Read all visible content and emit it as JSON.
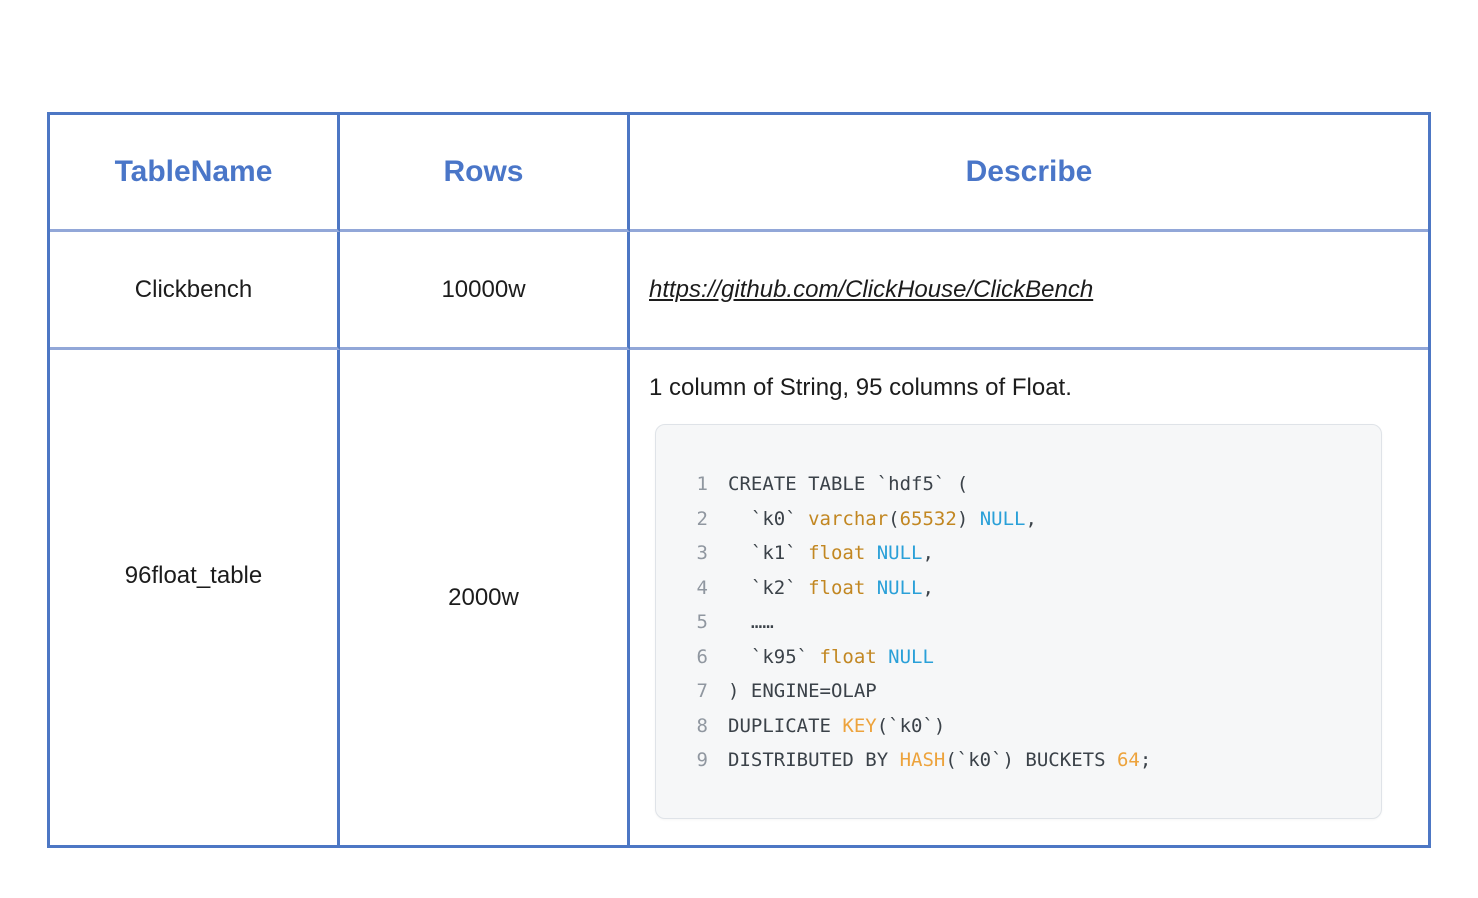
{
  "colors": {
    "header_text": "#4a76c8",
    "border_strong": "#4d77c4",
    "border_soft": "#92a7d8",
    "cell_text": "#1c1c1c",
    "link_text": "#1c1c1c",
    "code_bg": "#f6f7f8",
    "code_border": "#dfe3e8",
    "code_plain": "#3b4249",
    "code_line_num": "#9097a0",
    "code_type": "#c28722",
    "code_func": "#eda33c",
    "code_null": "#2aa0d8"
  },
  "table": {
    "headers": [
      "TableName",
      "Rows",
      "Describe"
    ],
    "rows": [
      {
        "table_name": "Clickbench",
        "rows": "10000w",
        "describe_link": "https://github.com/ClickHouse/ClickBench"
      },
      {
        "table_name": "96float_table",
        "rows": "2000w",
        "describe_text": "1 column of String, 95 columns of Float.",
        "code": {
          "lines": [
            {
              "num": "1",
              "tokens": [
                {
                  "t": "CREATE TABLE `hdf5` (",
                  "c": "plain"
                }
              ]
            },
            {
              "num": "2",
              "tokens": [
                {
                  "t": "  `k0` ",
                  "c": "plain"
                },
                {
                  "t": "varchar",
                  "c": "type"
                },
                {
                  "t": "(",
                  "c": "plain"
                },
                {
                  "t": "65532",
                  "c": "number"
                },
                {
                  "t": ") ",
                  "c": "plain"
                },
                {
                  "t": "NULL",
                  "c": "null"
                },
                {
                  "t": ",",
                  "c": "plain"
                }
              ]
            },
            {
              "num": "3",
              "tokens": [
                {
                  "t": "  `k1` ",
                  "c": "plain"
                },
                {
                  "t": "float",
                  "c": "type"
                },
                {
                  "t": " ",
                  "c": "plain"
                },
                {
                  "t": "NULL",
                  "c": "null"
                },
                {
                  "t": ",",
                  "c": "plain"
                }
              ]
            },
            {
              "num": "4",
              "tokens": [
                {
                  "t": "  `k2` ",
                  "c": "plain"
                },
                {
                  "t": "float",
                  "c": "type"
                },
                {
                  "t": " ",
                  "c": "plain"
                },
                {
                  "t": "NULL",
                  "c": "null"
                },
                {
                  "t": ",",
                  "c": "plain"
                }
              ]
            },
            {
              "num": "5",
              "tokens": [
                {
                  "t": "  ……",
                  "c": "plain"
                }
              ]
            },
            {
              "num": "6",
              "tokens": [
                {
                  "t": "  `k95` ",
                  "c": "plain"
                },
                {
                  "t": "float",
                  "c": "type"
                },
                {
                  "t": " ",
                  "c": "plain"
                },
                {
                  "t": "NULL",
                  "c": "null"
                }
              ]
            },
            {
              "num": "7",
              "tokens": [
                {
                  "t": ") ENGINE=OLAP",
                  "c": "plain"
                }
              ]
            },
            {
              "num": "8",
              "tokens": [
                {
                  "t": "DUPLICATE ",
                  "c": "plain"
                },
                {
                  "t": "KEY",
                  "c": "func"
                },
                {
                  "t": "(`k0`)",
                  "c": "plain"
                }
              ]
            },
            {
              "num": "9",
              "tokens": [
                {
                  "t": "DISTRIBUTED BY ",
                  "c": "plain"
                },
                {
                  "t": "HASH",
                  "c": "func"
                },
                {
                  "t": "(`k0`) BUCKETS ",
                  "c": "plain"
                },
                {
                  "t": "64",
                  "c": "func"
                },
                {
                  "t": ";",
                  "c": "plain"
                }
              ]
            }
          ]
        }
      }
    ]
  }
}
